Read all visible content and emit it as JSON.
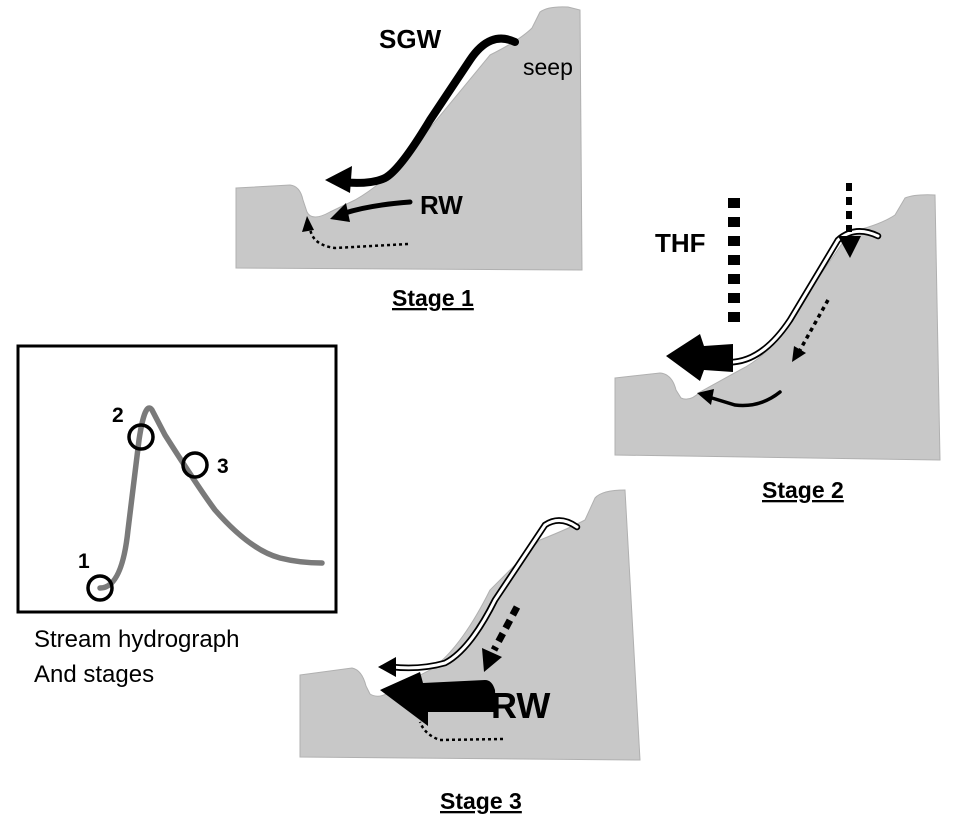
{
  "stage1": {
    "title": "Stage 1",
    "labels": {
      "sgw": "SGW",
      "seep": "seep",
      "rw": "RW"
    }
  },
  "stage2": {
    "title": "Stage 2",
    "labels": {
      "thf": "THF"
    }
  },
  "stage3": {
    "title": "Stage 3",
    "labels": {
      "rw": "RW"
    }
  },
  "hydrograph": {
    "caption_line1": "Stream hydrograph",
    "caption_line2": "And stages",
    "points": [
      "1",
      "2",
      "3"
    ]
  }
}
